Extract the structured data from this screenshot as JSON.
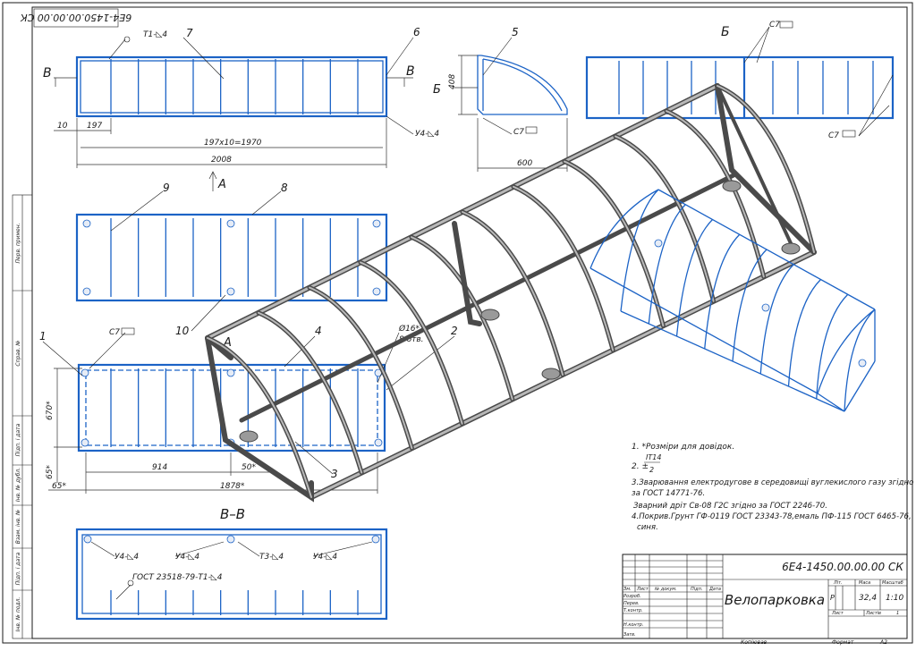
{
  "stamp_code": "6Е4-1450.00.00.00 СК",
  "title_block": {
    "code": "6Е4-1450.00.00.00 СК",
    "name": "Велопарковка",
    "col_lit": "Літ.",
    "col_mass": "Маса",
    "col_scale": "Масштаб",
    "lit_value": "Р",
    "mass_value": "32,4",
    "scale_value": "1:10",
    "sheet_label": "Лист",
    "sheets_label": "Листів",
    "sheets_value": "1",
    "row_izm": "Зм.",
    "row_list": "Лист",
    "row_doc": "№ докум.",
    "row_sign": "Підп.",
    "row_date": "Дата",
    "role_1": "Розроб.",
    "role_2": "Перев.",
    "role_3": "Т.контр.",
    "role_4": "Н.контр.",
    "role_5": "Затв.",
    "copied": "Копіював",
    "format_label": "Формат",
    "format_value": "А2"
  },
  "side_strip": [
    "Перв. примен.",
    "Справ. №",
    "Підп. і дата",
    "Інв. № дубл.",
    "Взам. інв. №",
    "Підп. і дата",
    "Інв. № подл."
  ],
  "notes": {
    "n1": "1. *Розміри для довідок.",
    "n2a": "IT14",
    "n2b": "2. ±",
    "n2c": "2",
    "n3": "3.Зварювання електродугове в середовищі вуглекислого газу згідно",
    "n3b": "за ГОСТ 14771-76.",
    "n4": "Зварний дріт Св-08 Г2С згідно за ГОСТ 2246-70.",
    "n5": "4.Покрив.Грунт ГФ-0119 ГОСТ 23343-78,емаль ПФ-115 ГОСТ 6465-76,",
    "n5b": "синя."
  },
  "labels": {
    "p7": "7",
    "p6": "6",
    "p5": "5",
    "p9": "9",
    "p8": "8",
    "p10": "10",
    "p1": "1",
    "p2": "2",
    "p3": "3",
    "p4": "4",
    "weld_t1": "Т1-◺4",
    "weld_u4": "У4-◺4",
    "weld_c7": "С7",
    "weld_t3": "Т3-◺4",
    "gost_weld": "ГОСТ 23518-79-Т1-◺4",
    "view_b": "Б",
    "section_vv": "В–В",
    "cut_v": "В",
    "arrow_a": "А",
    "arrow_b": "Б",
    "hole": "Ø16*",
    "hole_qty": "8 отв.",
    "d10": "10",
    "d197": "197",
    "d1970": "197x10=1970",
    "d2008": "2008",
    "d408": "408",
    "d600": "600",
    "d670": "670*",
    "d65a": "65*",
    "d65b": "65*",
    "d914": "914",
    "d50": "50*",
    "d1878": "1878*"
  }
}
